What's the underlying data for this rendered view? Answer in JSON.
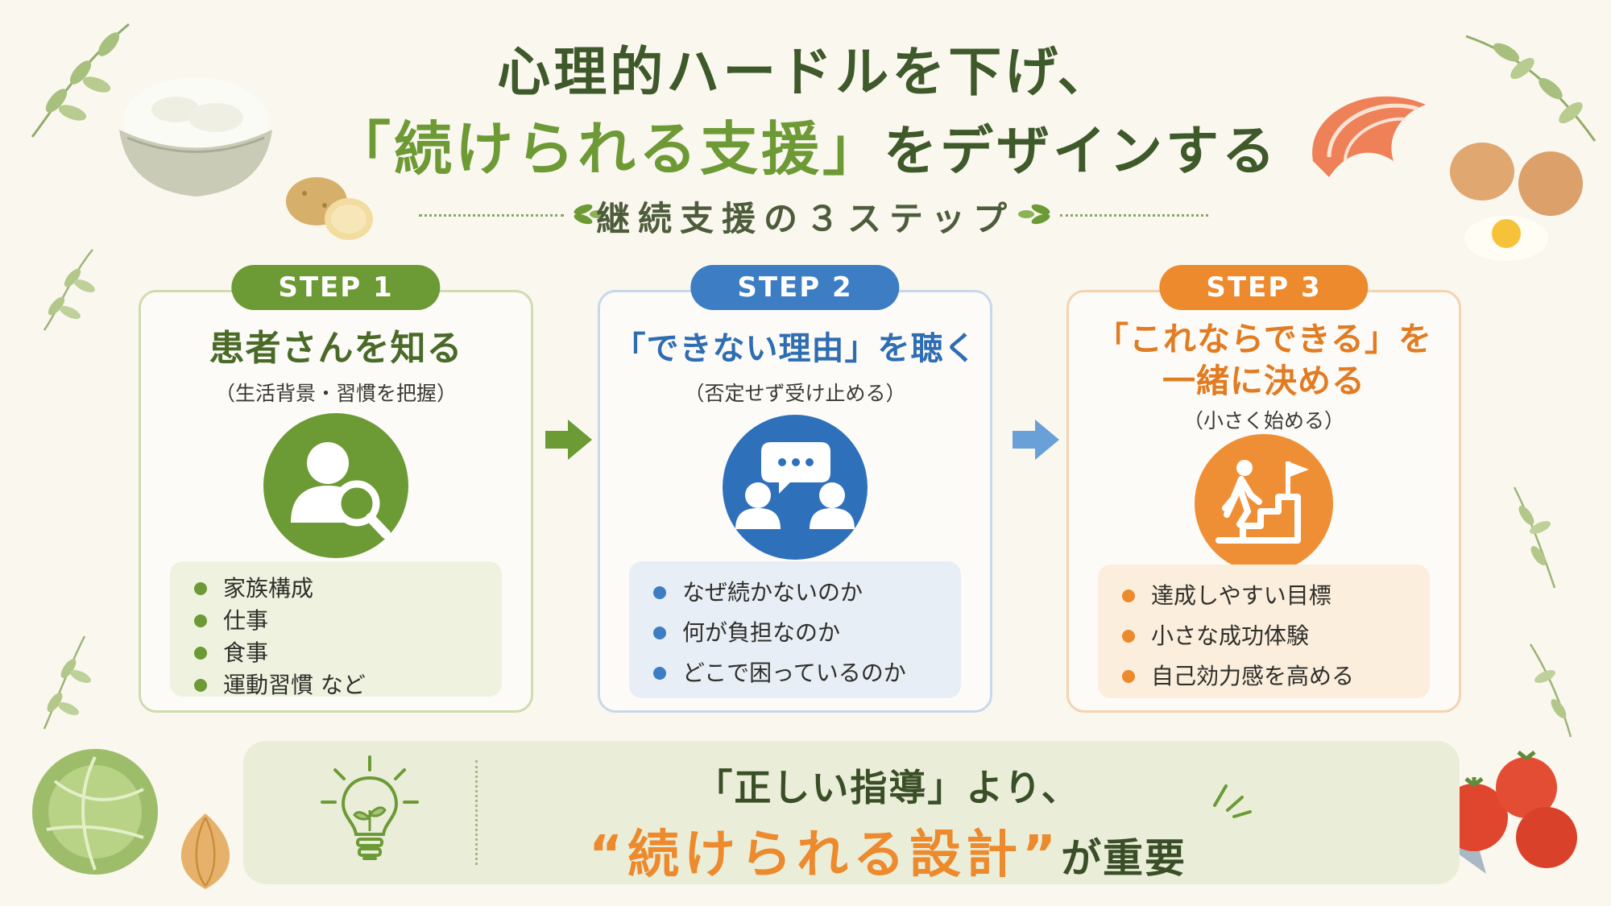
{
  "title": {
    "line1": "心理的ハードルを下げ、",
    "line2_accent": "「続けられる支援」",
    "line2_rest": "をデザインする"
  },
  "subtitle": "継続支援の３ステップ",
  "steps": [
    {
      "badge": "STEP 1",
      "title": "患者さんを知る",
      "subtitle": "（生活背景・習慣を把握）",
      "icon": "person-search-icon",
      "items": [
        "家族構成",
        "仕事",
        "食事",
        "運動習慣 など"
      ]
    },
    {
      "badge": "STEP 2",
      "title": "「できない理由」を聴く",
      "subtitle": "（否定せず受け止める）",
      "icon": "conversation-icon",
      "items": [
        "なぜ続かないのか",
        "何が負担なのか",
        "どこで困っているのか"
      ]
    },
    {
      "badge": "STEP 3",
      "title_line1": "「これならできる」を",
      "title_line2": "一緒に決める",
      "subtitle": "（小さく始める）",
      "icon": "stairs-flag-icon",
      "items": [
        "達成しやすい目標",
        "小さな成功体験",
        "自己効力感を高める"
      ]
    }
  ],
  "banner": {
    "line1": "「正しい指導」より、",
    "line2_accent": "“続けられる設計”",
    "line2_rest": "が重要",
    "icon": "lightbulb-icon"
  },
  "colors": {
    "green": "#6c9a35",
    "blue": "#3c7dc3",
    "orange": "#ec8a2d",
    "title": "#3f5a2a"
  }
}
